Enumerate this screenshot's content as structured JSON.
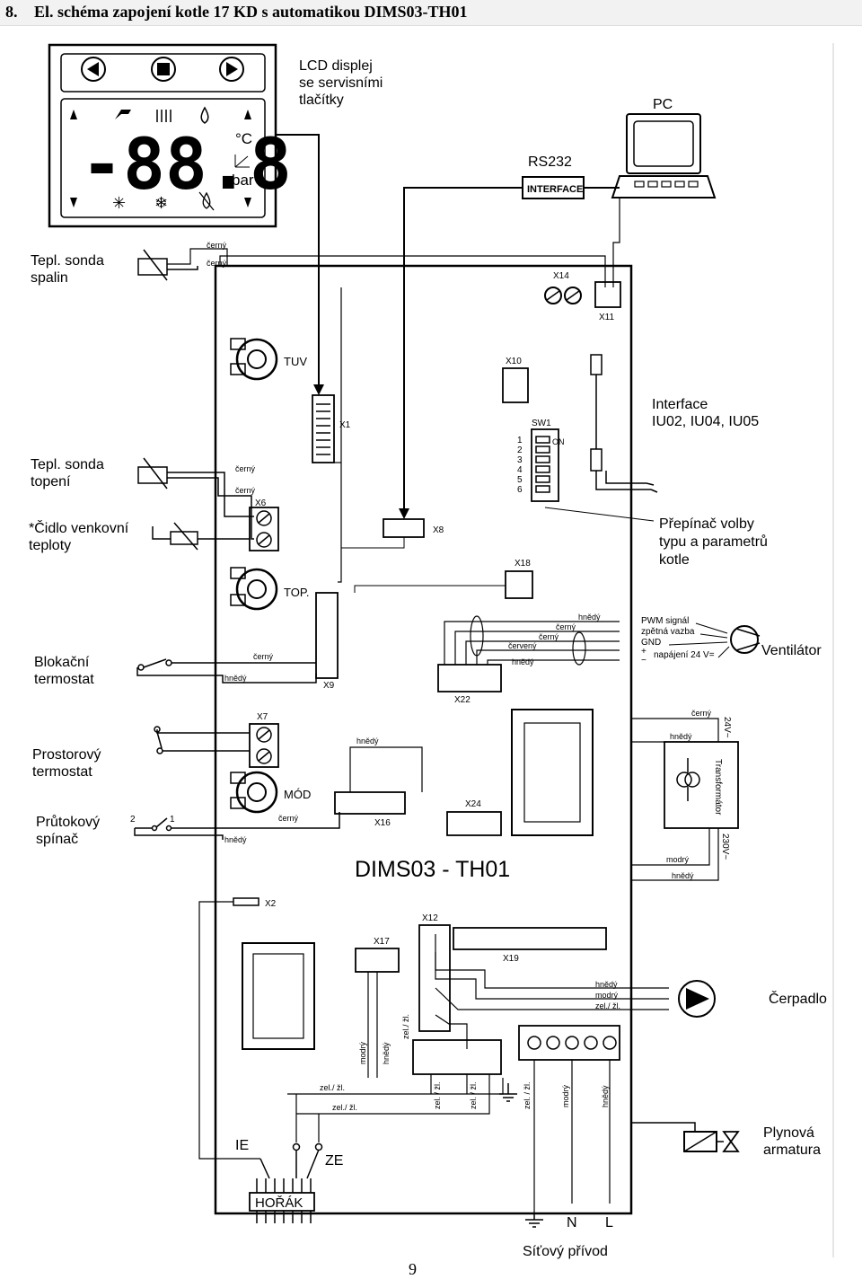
{
  "header": {
    "section_number": "8.",
    "title": "El. schéma zapojení kotle 17 KD s automatikou DIMS03-TH01"
  },
  "lcd": {
    "label_lines": [
      "LCD displej",
      "se servisními",
      "tlačítky"
    ],
    "digits": "-88.8",
    "unit_c": "°C",
    "unit_bar": "bar"
  },
  "pc": {
    "label": "PC"
  },
  "rs232": {
    "label": "RS232",
    "box": "INTERFACE"
  },
  "board": {
    "name": "DIMS03 - TH01"
  },
  "connectors": {
    "x1": "X1",
    "x2": "X2",
    "x6": "X6",
    "x7": "X7",
    "x8": "X8",
    "x9": "X9",
    "x10": "X10",
    "x11": "X11",
    "x12": "X12",
    "x14": "X14",
    "x16": "X16",
    "x17": "X17",
    "x18": "X18",
    "x19": "X19",
    "x22": "X22",
    "x24": "X24",
    "sw1": "SW1"
  },
  "pots": {
    "tuv": "TUV",
    "top": "TOP.",
    "mod": "MÓD"
  },
  "switch": {
    "on": "ON",
    "numbers": [
      "1",
      "2",
      "3",
      "4",
      "5",
      "6"
    ]
  },
  "left_labels": {
    "sonda_spalin": [
      "Tepl. sonda",
      "spalin"
    ],
    "sonda_topeni": [
      "Tepl. sonda",
      "topení"
    ],
    "cidlo_venkovni": [
      "*Čidlo venkovní",
      "teploty"
    ],
    "blokacni": [
      "Blokační",
      "termostat"
    ],
    "prostorovy": [
      "Prostorový",
      "termostat"
    ],
    "prutokovy": [
      "Průtokový",
      "spínač"
    ]
  },
  "right_labels": {
    "interface": [
      "Interface",
      "IU02, IU04, IU05"
    ],
    "prepinac": [
      "Přepínač volby",
      "typu a parametrů",
      "kotle"
    ],
    "ventilator": "Ventilátor",
    "cerpadlo": "Čerpadlo",
    "plynova": [
      "Plynová",
      "armatura"
    ]
  },
  "fan_signals": [
    "PWM signál",
    "zpětná vazba",
    "GND",
    "napájení 24 V="
  ],
  "fan_plus": "+",
  "fan_minus": "−",
  "wire_colors": {
    "cerny": "černý",
    "hnedy": "hnědý",
    "cerveny": "červený",
    "modry": "modrý",
    "zel_zl": "zel./ žl.",
    "zel_zl2": "zel. / žl."
  },
  "transformer": {
    "label": "Transformátor",
    "v24": "24V~",
    "v230": "230V~"
  },
  "burner": {
    "label": "HOŘÁK",
    "ie": "IE",
    "ze": "ZE"
  },
  "switch_pins": {
    "p2": "2",
    "p1": "1"
  },
  "mains": {
    "label": "Síťový přívod",
    "n": "N",
    "l": "L"
  },
  "page_number": "9"
}
